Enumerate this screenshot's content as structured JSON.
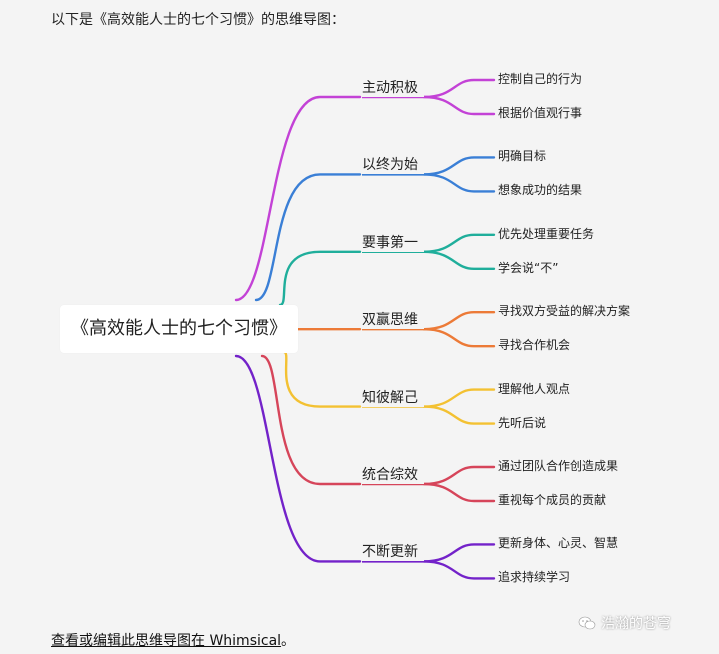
{
  "intro_text": "以下是《高效能人士的七个习惯》的思维导图：",
  "root": "《高效能人士的七个习惯》",
  "habits": [
    {
      "label": "主动积极",
      "color": "#c342d6",
      "children": [
        "控制自己的行为",
        "根据价值观行事"
      ]
    },
    {
      "label": "以终为始",
      "color": "#3a7fd6",
      "children": [
        "明确目标",
        "想象成功的结果"
      ]
    },
    {
      "label": "要事第一",
      "color": "#1fae9b",
      "children": [
        "优先处理重要任务",
        "学会说“不”"
      ]
    },
    {
      "label": "双赢思维",
      "color": "#ec7a37",
      "children": [
        "寻找双方受益的解决方案",
        "寻找合作机会"
      ]
    },
    {
      "label": "知彼解己",
      "color": "#f3c132",
      "children": [
        "理解他人观点",
        "先听后说"
      ]
    },
    {
      "label": "统合综效",
      "color": "#d6455a",
      "children": [
        "通过团队合作创造成果",
        "重视每个成员的贡献"
      ]
    },
    {
      "label": "不断更新",
      "color": "#7322c9",
      "children": [
        "更新身体、心灵、智慧",
        "追求持续学习"
      ]
    }
  ],
  "footer": {
    "link_text": "查看或编辑此思维导图在 Whimsical",
    "suffix": "。"
  },
  "watermark": {
    "icon": "wechat-icon",
    "text": "浩瀚的苍穹"
  }
}
